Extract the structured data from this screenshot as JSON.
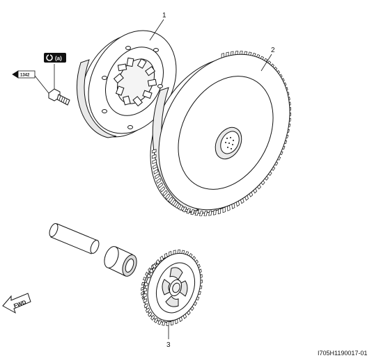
{
  "labels": {
    "part1": "1",
    "part2": "2",
    "part3": "3"
  },
  "torque_badge": {
    "text": "(a)",
    "icon": "torque-wrench-icon"
  },
  "thread_lock": {
    "text": "1342",
    "icon": "thread-lock-tube-icon"
  },
  "direction": {
    "text": "FWD",
    "icon": "forward-arrow-icon"
  },
  "drawing_code": "I705H1190017-01",
  "colors": {
    "line": "#111111",
    "fill": "#ffffff",
    "shade": "#cfcfcf"
  }
}
